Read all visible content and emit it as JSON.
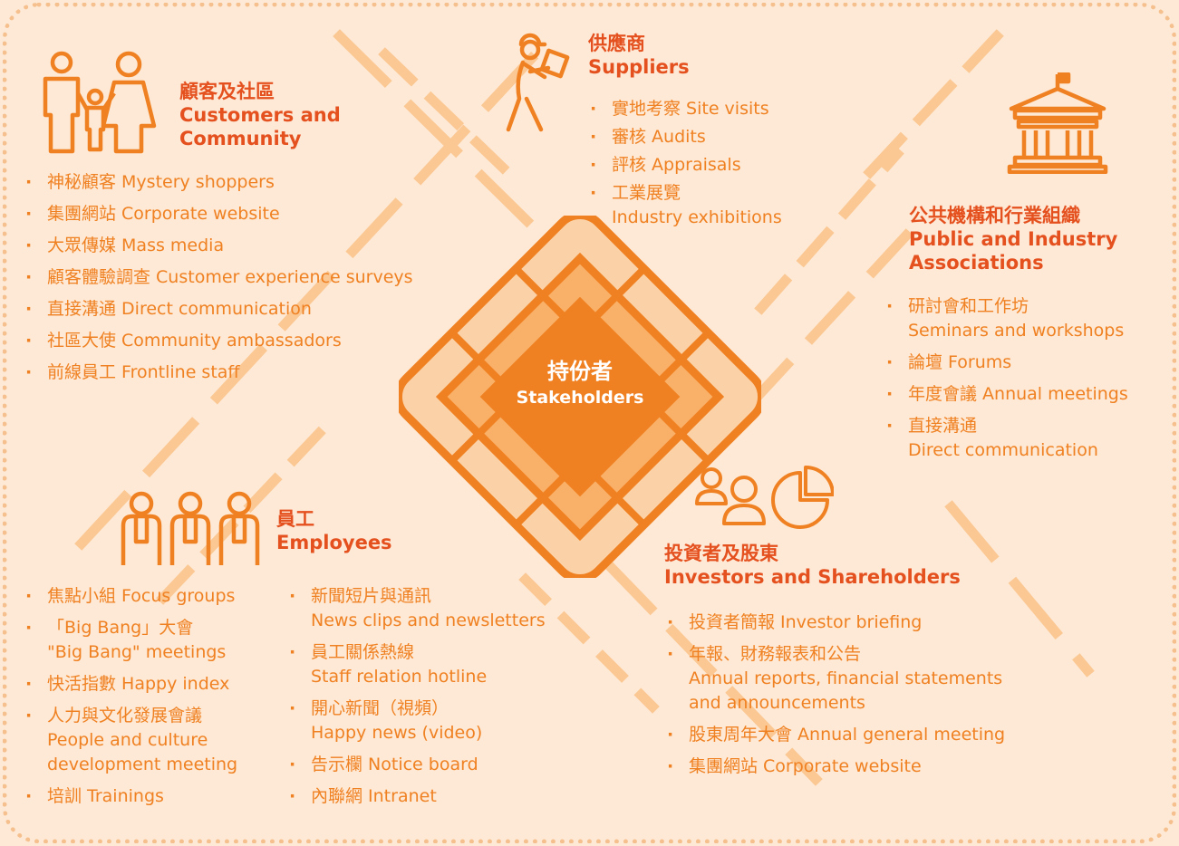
{
  "colors": {
    "background": "#fde9d5",
    "accent_orange": "#f08122",
    "title_red_orange": "#e5501f",
    "light_orange": "#f9b068",
    "pale_orange": "#fbd2a8",
    "dotted_border": "#f6c08e"
  },
  "center": {
    "title_zh": "持份者",
    "title_en": "Stakeholders"
  },
  "groups": {
    "customers": {
      "icon": "family-icon",
      "title_zh": "顧客及社區",
      "title_en_1": "Customers and",
      "title_en_2": "Community",
      "items": [
        "神秘顧客 Mystery shoppers",
        "集團網站 Corporate website",
        "大眾傳媒 Mass media",
        "顧客體驗調查 Customer experience surveys",
        "直接溝通 Direct communication",
        "社區大使 Community ambassadors",
        "前線員工 Frontline staff"
      ]
    },
    "suppliers": {
      "icon": "delivery-person-icon",
      "title_zh": "供應商",
      "title_en": "Suppliers",
      "items": [
        "實地考察 Site visits",
        "審核 Audits",
        "評核 Appraisals"
      ],
      "item4_line1": "工業展覽",
      "item4_line2": "Industry exhibitions"
    },
    "public": {
      "icon": "government-building-icon",
      "title_zh": "公共機構和行業組織",
      "title_en_1": "Public and Industry",
      "title_en_2": "Associations",
      "item1_line1": "研討會和工作坊",
      "item1_line2": "Seminars and workshops",
      "item2": "論壇 Forums",
      "item3": "年度會議 Annual meetings",
      "item4_line1": "直接溝通",
      "item4_line2": "Direct communication"
    },
    "employees": {
      "icon": "staff-group-icon",
      "title_zh": "員工",
      "title_en": "Employees",
      "col1_item1": "焦點小組 Focus groups",
      "col1_item2_line1": "「Big Bang」大會",
      "col1_item2_line2": "\"Big Bang\" meetings",
      "col1_item3": "快活指數 Happy index",
      "col1_item4_line1": "人力與文化發展會議",
      "col1_item4_line2": "People and culture",
      "col1_item4_line3": "development meeting",
      "col1_item5": "培訓 Trainings",
      "col2_item1_line1": "新聞短片與通訊",
      "col2_item1_line2": "News clips and newsletters",
      "col2_item2_line1": "員工關係熱線",
      "col2_item2_line2": "Staff relation hotline",
      "col2_item3_line1": "開心新聞（視頻）",
      "col2_item3_line2": "Happy news (video)",
      "col2_item4": "告示欄 Notice board",
      "col2_item5": "內聯網 Intranet"
    },
    "investors": {
      "icon": "investors-pie-chart-icon",
      "title_zh": "投資者及股東",
      "title_en": "Investors and Shareholders",
      "item1": "投資者簡報 Investor briefing",
      "item2_line1": "年報、財務報表和公告",
      "item2_line2": "Annual reports, financial statements",
      "item2_line3": "and announcements",
      "item3": "股東周年大會 Annual general meeting",
      "item4": "集團網站 Corporate website"
    }
  }
}
